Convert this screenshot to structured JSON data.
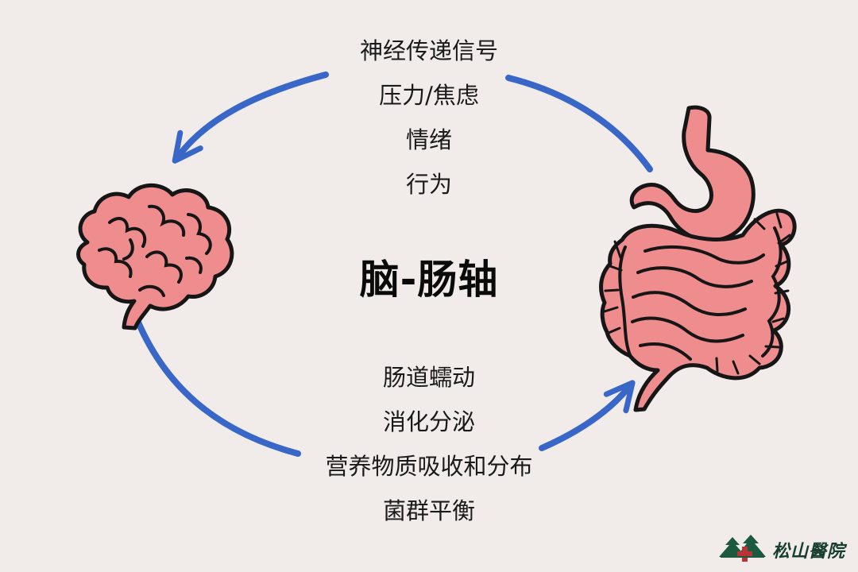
{
  "title": "脑-肠轴",
  "brain_to_gut_labels": [
    "神经传递信号",
    "压力/焦虑",
    "情绪",
    "行为"
  ],
  "gut_to_brain_labels": [
    "肠道蠕动",
    "消化分泌",
    "营养物质吸收和分布",
    "菌群平衡"
  ],
  "brand": {
    "name": "松山醫院",
    "icon": "tree-cross-logo-icon"
  },
  "icons": {
    "brain": "brain-icon",
    "gut": "digestive-tract-icon"
  },
  "colors": {
    "background": "#f1ecea",
    "arrow": "#3867c7",
    "organ_fill": "#ef8c8d",
    "organ_fill_dark": "#e86f72",
    "outline": "#161616",
    "logo_green": "#1b5a3f",
    "logo_red": "#b83436"
  }
}
